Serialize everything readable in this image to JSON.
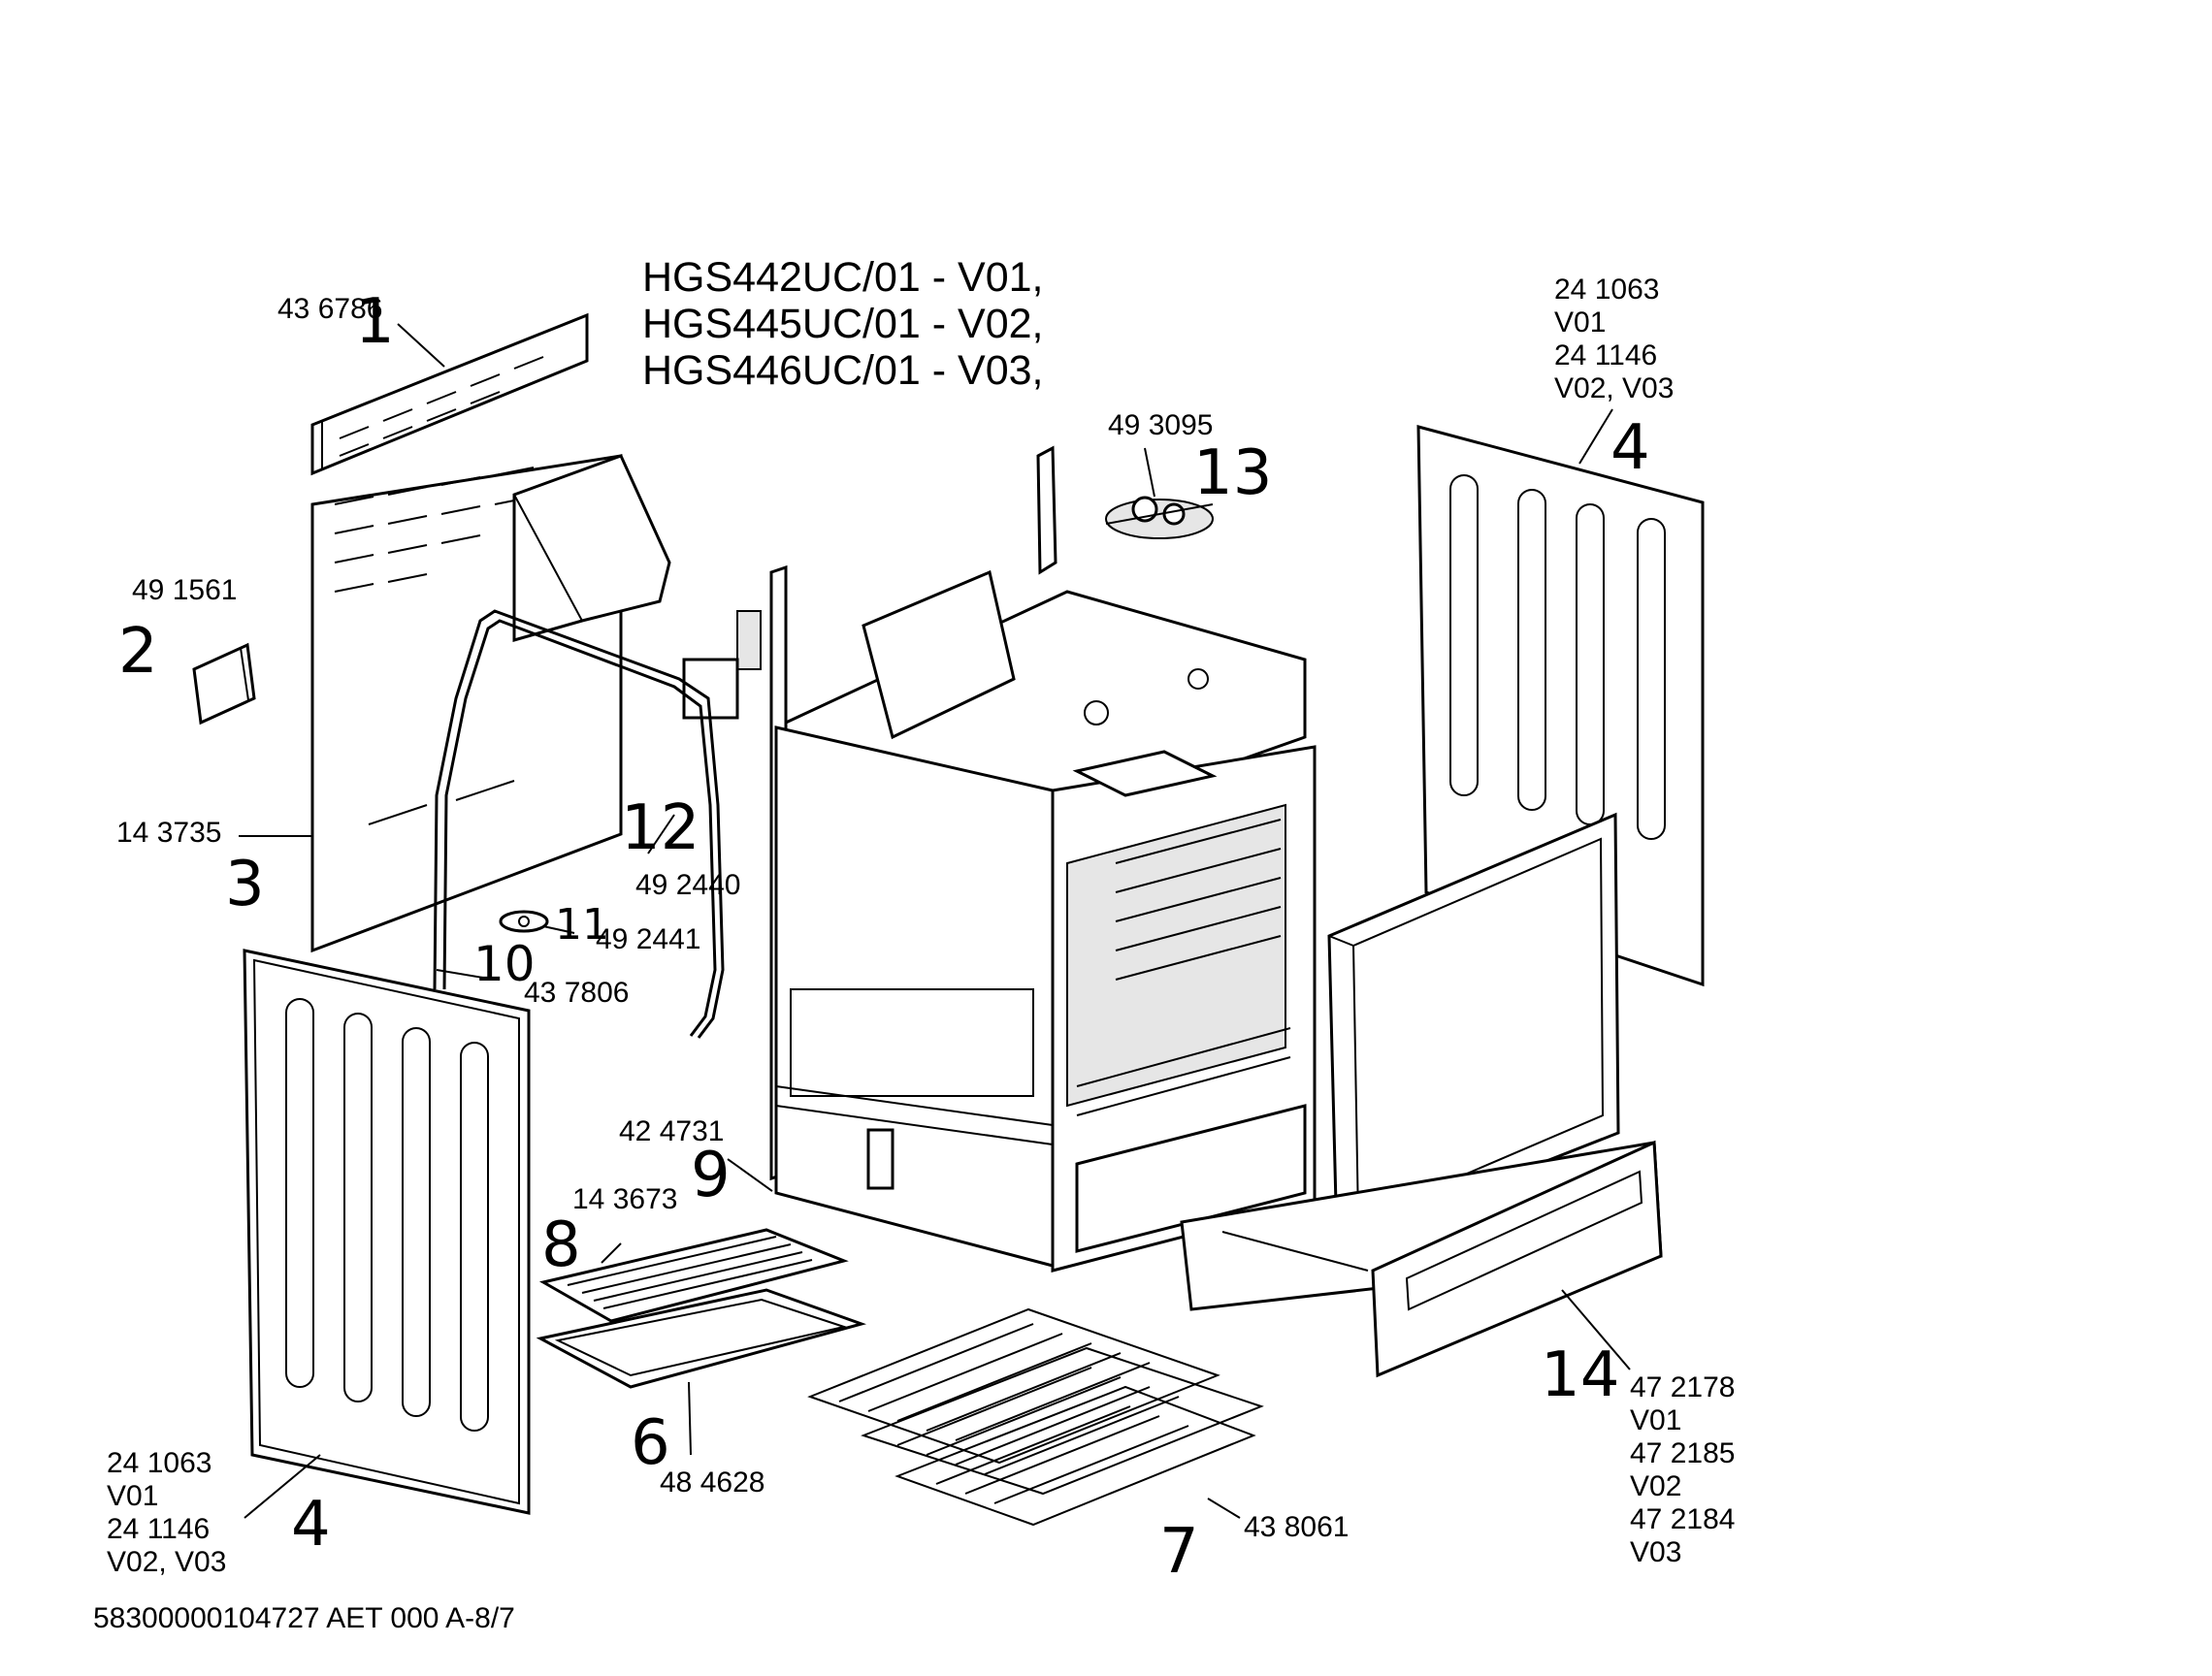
{
  "models": [
    "HGS442UC/01  -  V01,",
    "HGS445UC/01  -  V02,",
    "HGS446UC/01  -  V03,"
  ],
  "doc_code": "58300000104727 AET 000 A-8/7",
  "parts": {
    "p1": {
      "num": "1",
      "code": "43 6786"
    },
    "p2": {
      "num": "2",
      "code": "49 1561"
    },
    "p3": {
      "num": "3",
      "code": "14 3735"
    },
    "p4_right": {
      "num": "4",
      "lines": [
        "24 1063",
        "V01",
        "24 1146",
        "V02, V03"
      ]
    },
    "p4_left": {
      "num": "4",
      "lines": [
        "24 1063",
        "V01",
        "24 1146",
        "V02, V03"
      ]
    },
    "p6": {
      "num": "6",
      "code": "48 4628"
    },
    "p7": {
      "num": "7",
      "code": "43 8061"
    },
    "p8": {
      "num": "8",
      "code": "14 3673"
    },
    "p9": {
      "num": "9",
      "code": "42 4731"
    },
    "p10": {
      "num": "10",
      "code": "43 7806"
    },
    "p11": {
      "num": "11",
      "code": "49 2441"
    },
    "p12": {
      "num": "12",
      "code": "49 2440"
    },
    "p13": {
      "num": "13",
      "code": "49 3095"
    },
    "p14": {
      "num": "14",
      "lines": [
        "47 2178",
        "V01",
        "47 2185",
        "V02",
        "47 2184",
        "V03"
      ]
    }
  }
}
